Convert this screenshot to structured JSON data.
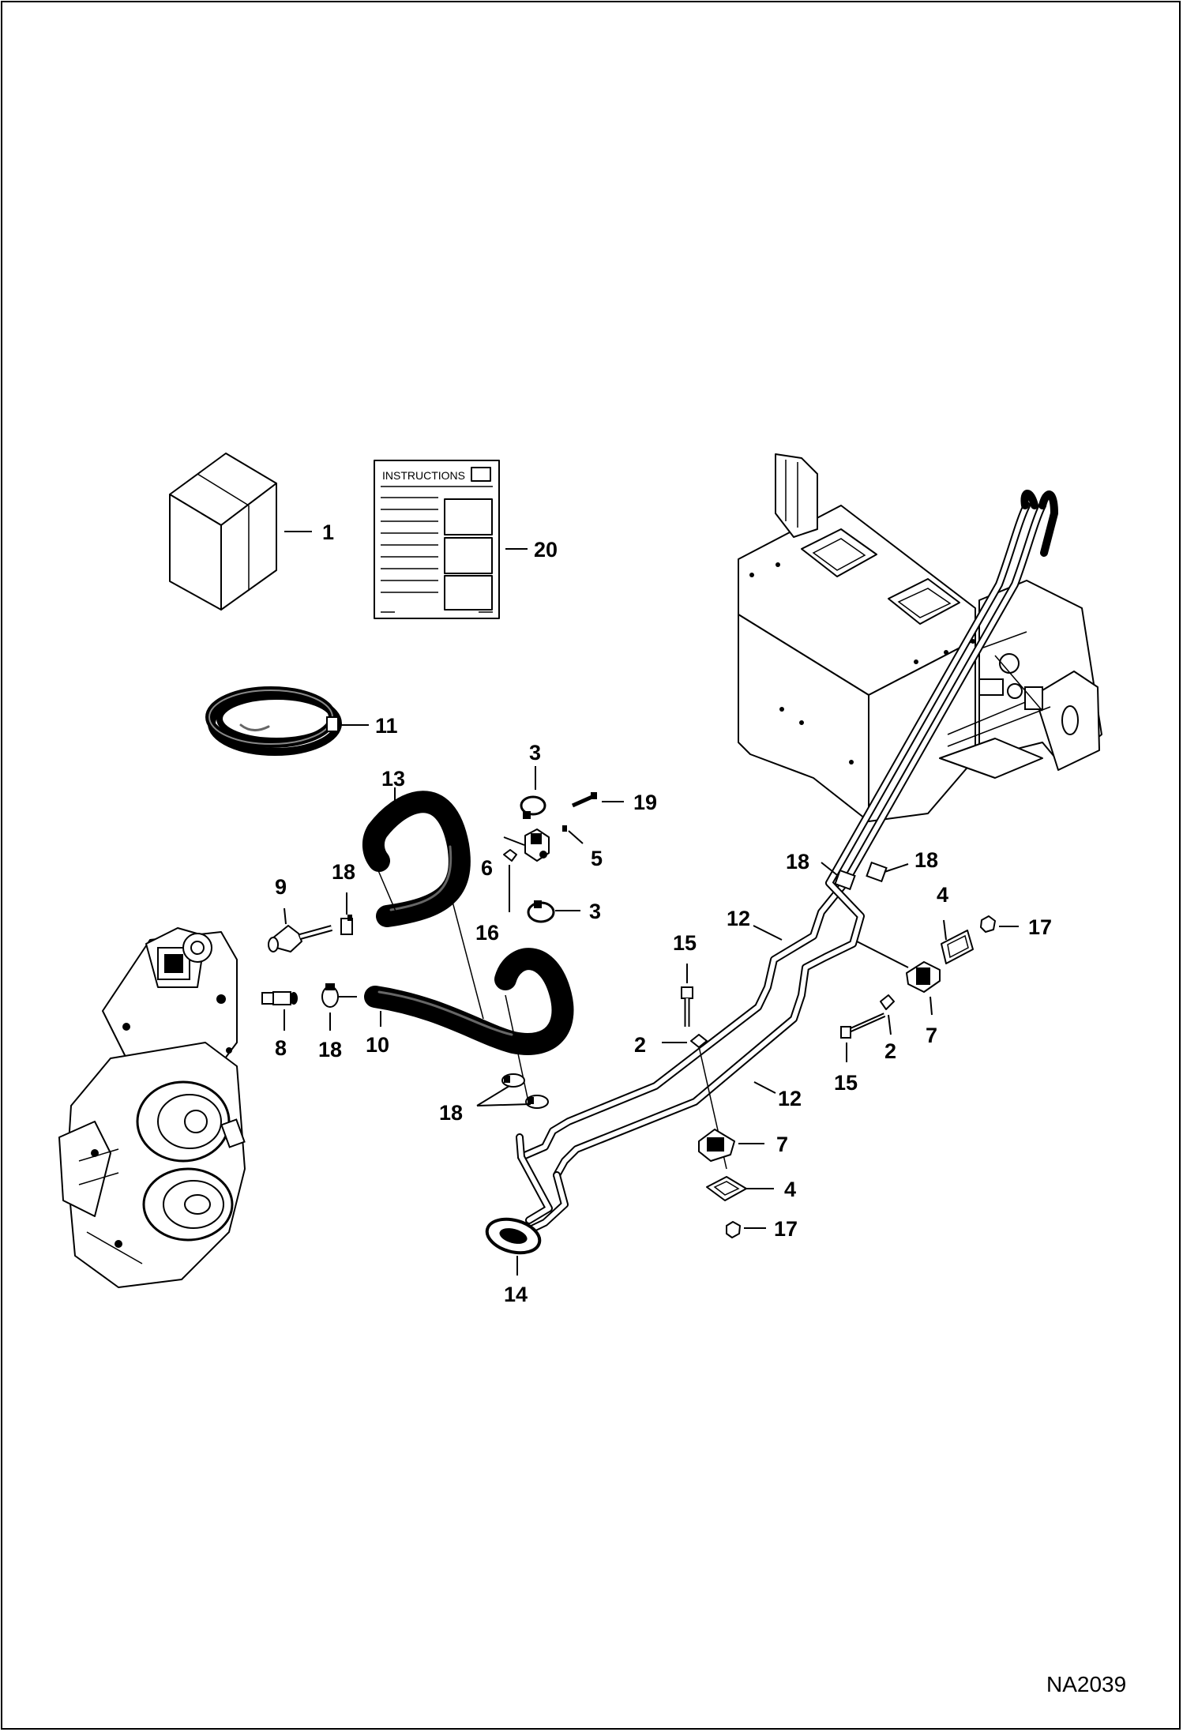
{
  "figure_ref": "NA2039",
  "instructions_label": "INSTRUCTIONS",
  "callouts": {
    "c1": "1",
    "c20": "20",
    "c11": "11",
    "c3a": "3",
    "c19": "19",
    "c6": "6",
    "c5": "5",
    "c16": "16",
    "c3b": "3",
    "c13": "13",
    "c9": "9",
    "c18a": "18",
    "c8": "8",
    "c18b": "18",
    "c10": "10",
    "c18c": "18",
    "c14": "14",
    "c12a": "12",
    "c12b": "12",
    "c15a": "15",
    "c2a": "2",
    "c7a": "7",
    "c4a": "4",
    "c17a": "17",
    "c18d": "18",
    "c18e": "18",
    "c4b": "4",
    "c17b": "17",
    "c7b": "7",
    "c2b": "2",
    "c15b": "15"
  }
}
